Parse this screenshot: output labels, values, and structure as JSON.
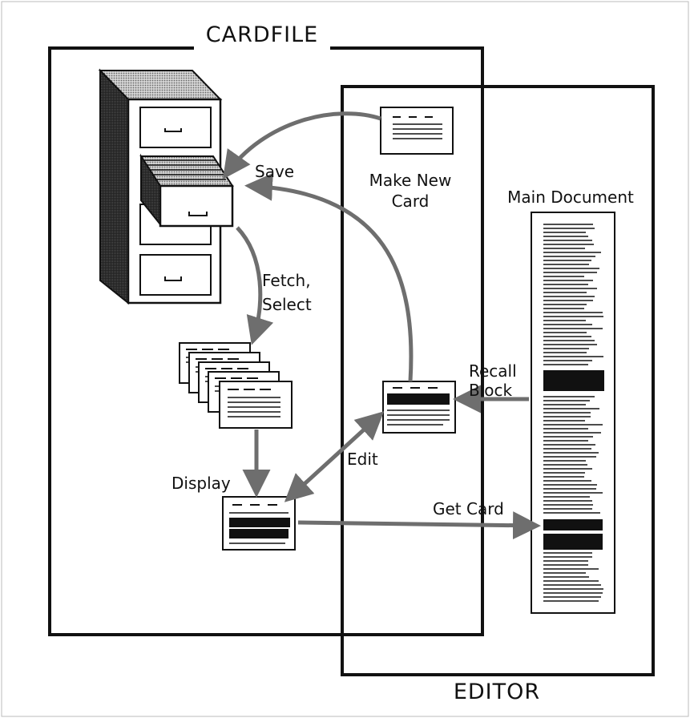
{
  "titles": {
    "cardfile": "CARDFILE",
    "editor": "EDITOR"
  },
  "labels": {
    "save": "Save",
    "make_new_card_1": "Make New",
    "make_new_card_2": "Card",
    "main_document": "Main Document",
    "fetch_1": "Fetch,",
    "fetch_2": "Select",
    "recall_1": "Recall",
    "recall_2": "Block",
    "edit": "Edit",
    "display": "Display",
    "get_card": "Get Card"
  },
  "colors": {
    "ink": "#111111",
    "arrow": "#6e6e6e",
    "cabinet_side": "#2a2a2a",
    "cabinet_top": "#9a9a9a",
    "redacted_block": "#111111"
  }
}
